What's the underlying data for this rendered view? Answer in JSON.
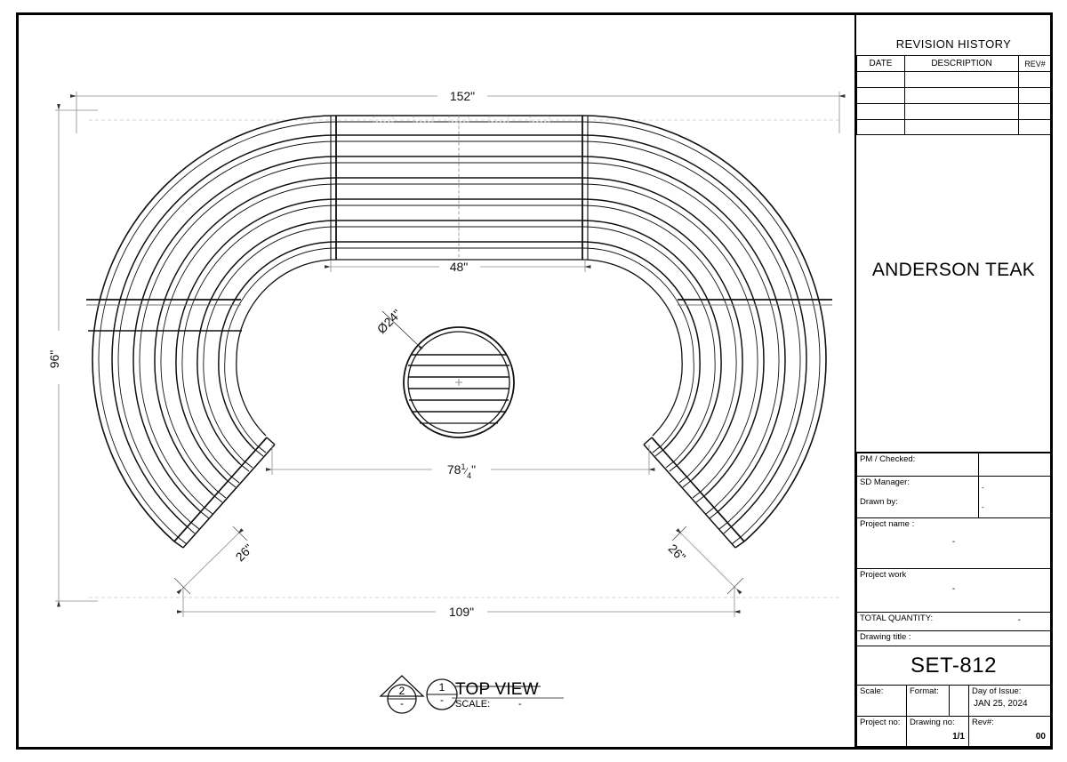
{
  "drawing": {
    "view_label": "TOP VIEW",
    "scale_label": "SCALE:",
    "scale_value": "-",
    "bubble_left": "2",
    "bubble_left_sub": "-",
    "bubble_right": "1",
    "bubble_right_sub": "-"
  },
  "dimensions": {
    "overall_width": "152\"",
    "inner_width": "48\"",
    "overall_height": "96\"",
    "mid_span": "78",
    "mid_span_frac_num": "1",
    "mid_span_frac_den": "4",
    "mid_span_unit": "\"",
    "bottom_span": "109\"",
    "arm_left": "26\"",
    "arm_right": "26\"",
    "table_diameter": "Ø24\""
  },
  "revision_history": {
    "title": "REVISION HISTORY",
    "columns": [
      "DATE",
      "DESCRIPTION",
      "REV#"
    ],
    "rows": [
      {
        "date": "",
        "description": "",
        "rev": ""
      },
      {
        "date": "",
        "description": "",
        "rev": ""
      },
      {
        "date": "",
        "description": "",
        "rev": ""
      },
      {
        "date": "",
        "description": "",
        "rev": ""
      }
    ]
  },
  "title_block": {
    "company": "ANDERSON TEAK",
    "pm_checked_label": "PM / Checked:",
    "pm_checked_value": "",
    "sd_manager_label": "SD Manager:",
    "sd_manager_value": "-",
    "drawn_by_label": "Drawn by:",
    "drawn_by_value": "-",
    "project_name_label": "Project name :",
    "project_name_value": "-",
    "project_work_label": "Project work",
    "project_work_value": "-",
    "total_quantity_label": "TOTAL QUANTITY:",
    "total_quantity_value": "-",
    "drawing_title_label": "Drawing title :",
    "drawing_title_value": "SET-812",
    "scale_label": "Scale:",
    "scale_value": "",
    "format_label": "Format:",
    "format_value": "",
    "day_of_issue_label": "Day of Issue:",
    "day_of_issue_value": "JAN 25, 2024",
    "project_no_label": "Project no:",
    "project_no_value": "",
    "drawing_no_label": "Drawing no:",
    "drawing_no_value": "1/1",
    "rev_label": "Rev#:",
    "rev_value": "00"
  },
  "colors": {
    "line": "#000000",
    "thin": "#6b6b6b",
    "hidden": "#b9b9b9",
    "paper": "#ffffff"
  }
}
